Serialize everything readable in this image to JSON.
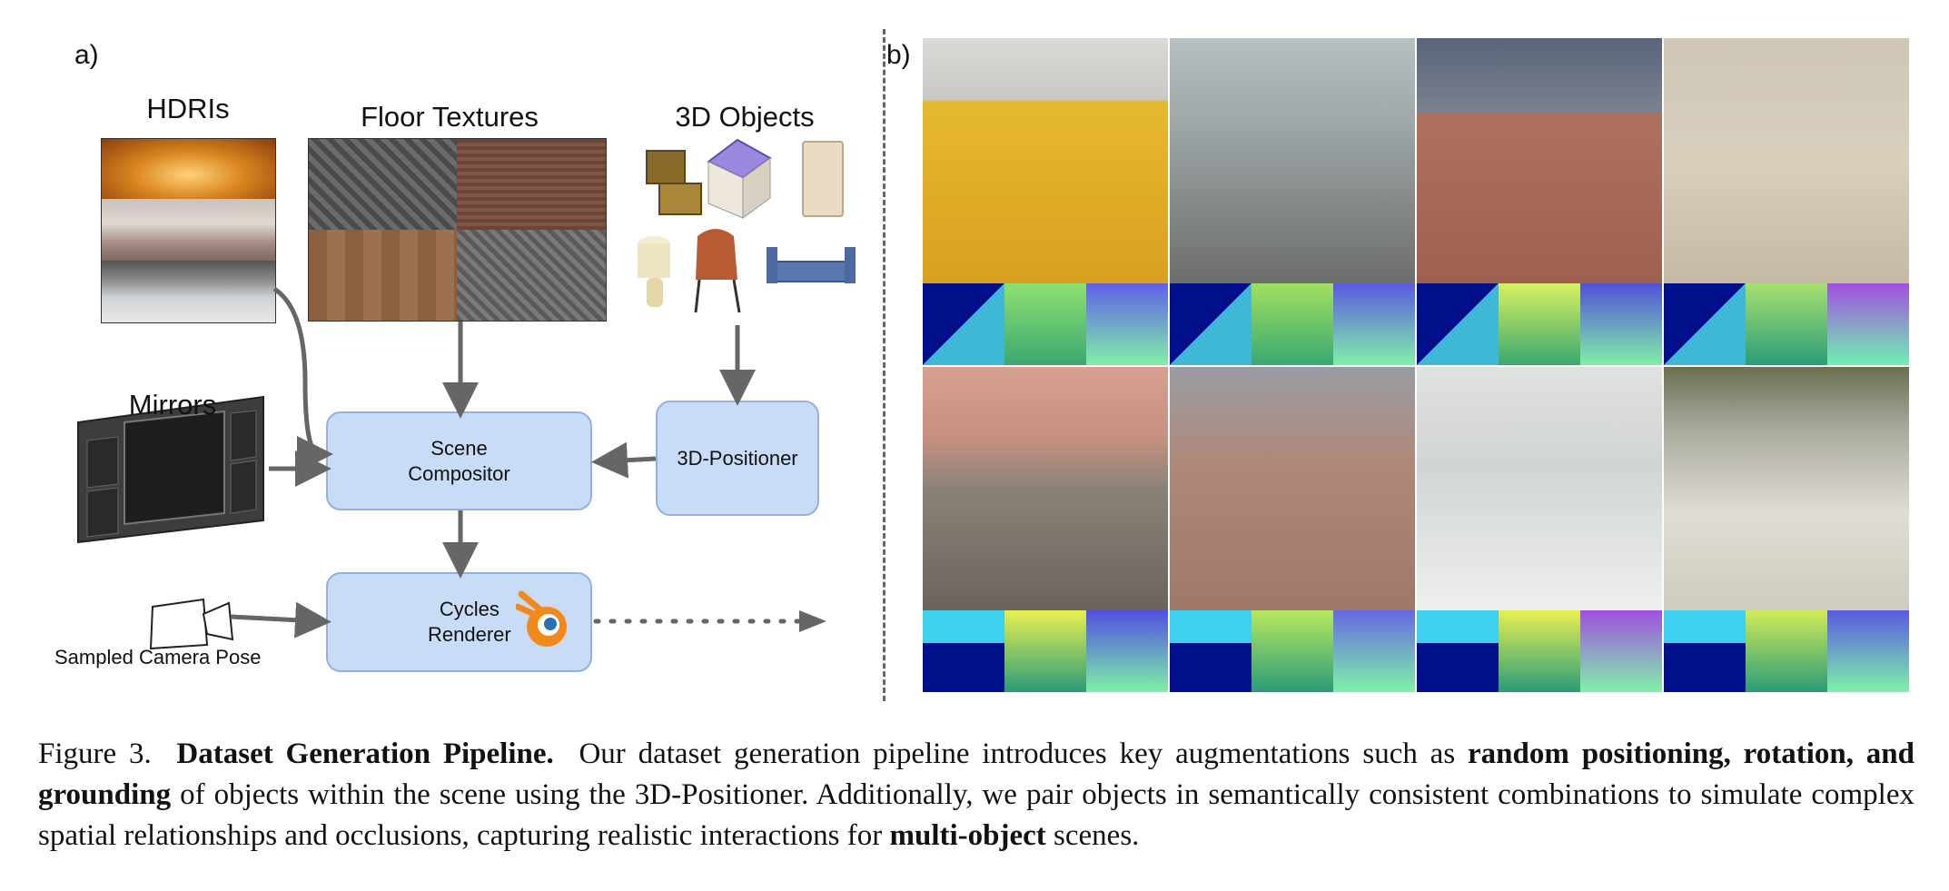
{
  "panel_a": {
    "label": "a)",
    "hdris_title": "HDRIs",
    "floor_title": "Floor Textures",
    "objects_title": "3D Objects",
    "mirrors_title": "Mirrors",
    "scene_compositor": [
      "Scene",
      "Compositor"
    ],
    "positioner": "3D-Positioner",
    "renderer": [
      "Cycles",
      "Renderer"
    ],
    "camera_label": "Sampled Camera Pose"
  },
  "panel_b": {
    "label": "b)",
    "columns": 4,
    "rows": 2,
    "sub_maps_per_tile": [
      "segmentation",
      "depth",
      "normal"
    ]
  },
  "caption": {
    "figure": "Figure 3.",
    "title": "Dataset Generation Pipeline.",
    "text1": "Our dataset generation pipeline introduces key augmentations such as",
    "bold1": "random positioning, rotation, and grounding",
    "text2": "of objects within the scene using the 3D-Positioner. Additionally, we pair objects in semantically consistent combinations to simulate complex spatial relationships and occlusions, capturing realistic interactions for",
    "bold2": "multi-object",
    "text3": "scenes."
  },
  "colors": {
    "box_fill": "#c9dcf7",
    "box_border": "#8fb1e3",
    "arrow": "#666666",
    "blender_orange": "#f08a1c",
    "blender_blue": "#2a6fb5"
  }
}
